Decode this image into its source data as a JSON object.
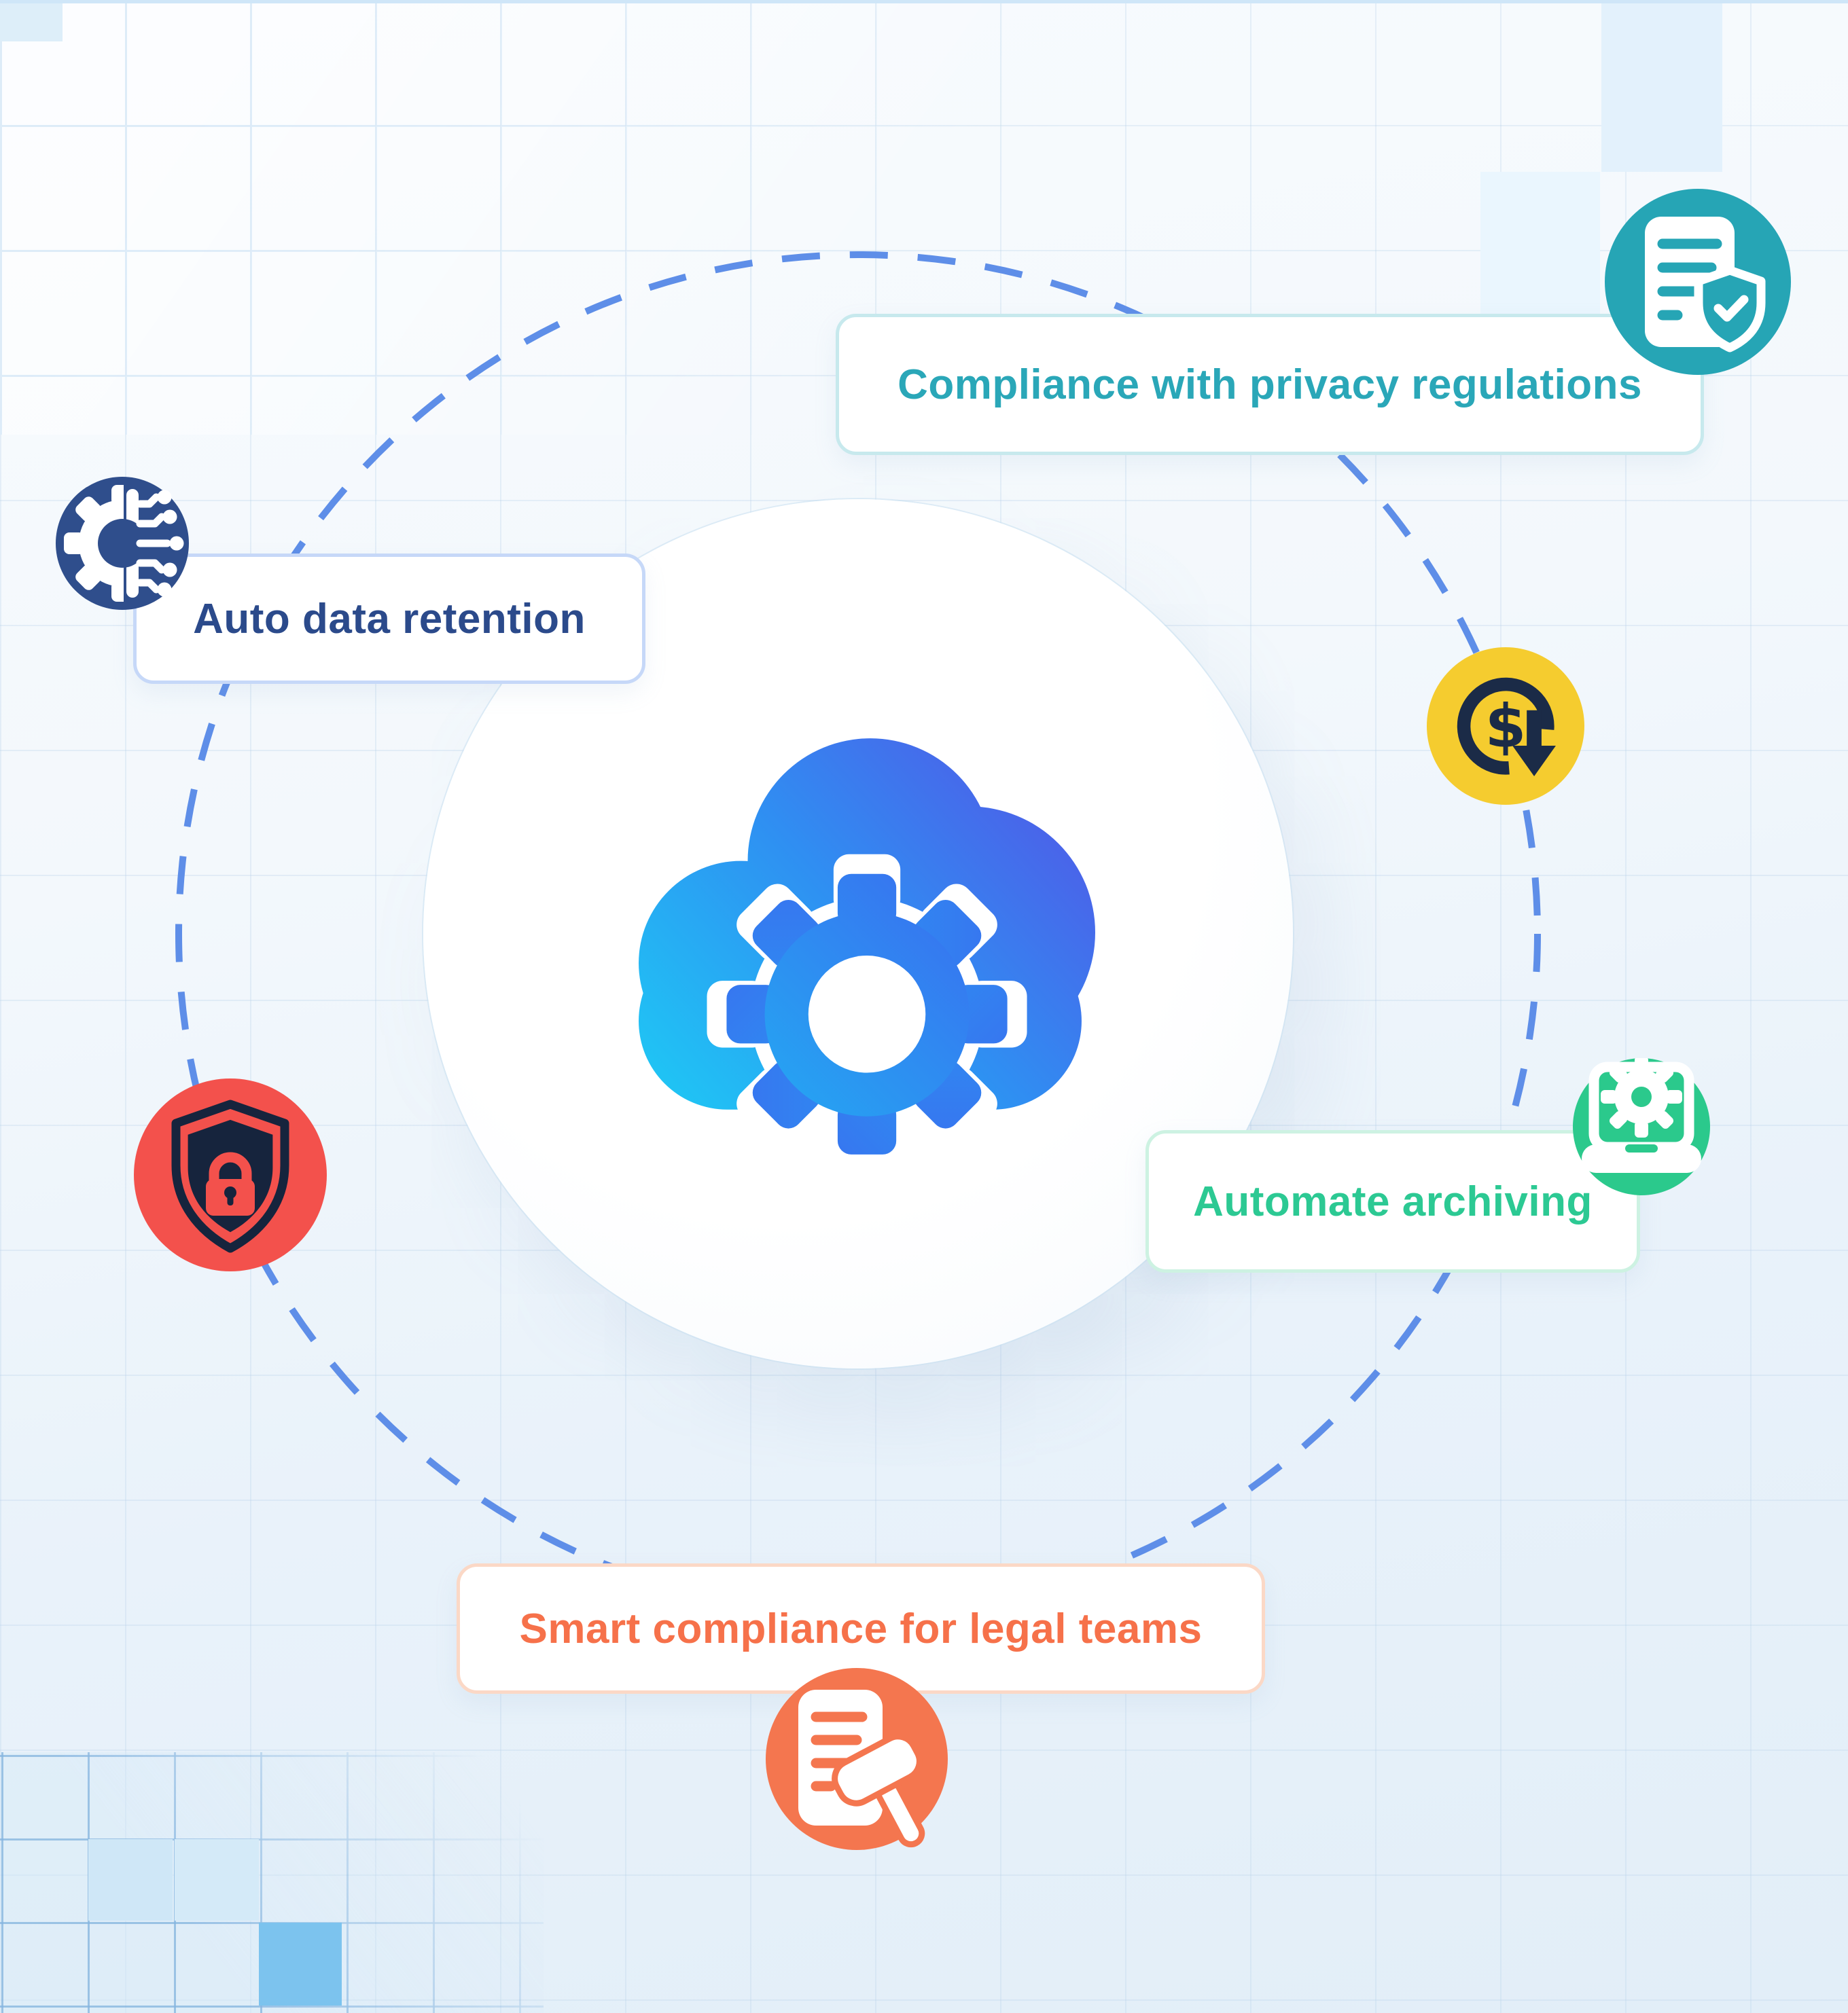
{
  "page": {
    "type": "feature-hub-diagram",
    "background": "#EEF5FB"
  },
  "diagram": {
    "center": {
      "icon": "cloud-gear-icon"
    },
    "ring": {
      "style": "dashed",
      "color": "#5E8EE8"
    },
    "labels": {
      "compliance": "Compliance with privacy regulations",
      "auto_retention": "Auto data retention",
      "archiving": "Automate archiving",
      "legal": "Smart compliance for legal teams"
    },
    "icons": {
      "compliance": "document-shield-check-icon",
      "auto_retention": "circuit-gear-icon",
      "cost_reduction": "dollar-decrease-icon",
      "security": "shield-lock-icon",
      "archiving": "laptop-gear-icon",
      "legal": "document-gavel-icon",
      "center": "cloud-gear-icon"
    },
    "colors": {
      "compliance_accent": "#2AA7B8",
      "compliance_border": "#C7E9ED",
      "compliance_circle": "#26A5B5",
      "auto_accent": "#2B4A8B",
      "auto_border": "#C6D8F8",
      "auto_circle": "#2F4E8C",
      "archiving_accent": "#2CC993",
      "archiving_border": "#CDF2E2",
      "archiving_circle": "#2BC98C",
      "legal_accent": "#F6714A",
      "legal_border": "#FBD8C6",
      "legal_circle": "#F4764F",
      "cost_circle": "#F5CC2F",
      "cost_glyph": "#1B2B47",
      "security_circle": "#F3514C",
      "security_glyph": "#16243D",
      "ring": "#5E8EE8",
      "cloud_start": "#1FC6F4",
      "cloud_mid": "#2F8FF2",
      "cloud_end": "#5158E7"
    }
  }
}
